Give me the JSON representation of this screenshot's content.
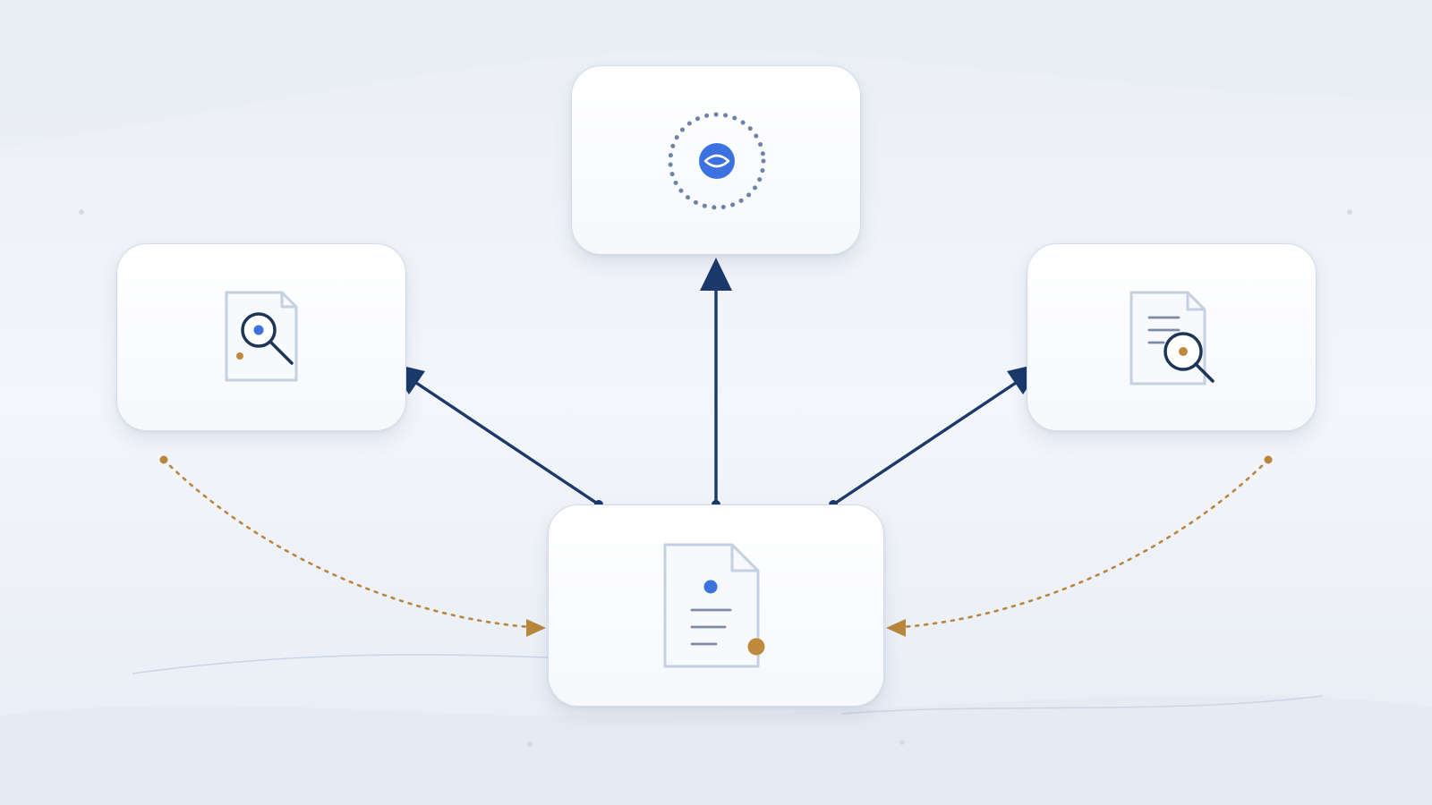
{
  "diagram": {
    "colors": {
      "background": "#eef2f8",
      "card_border": "#d3dbe8",
      "arrow_primary": "#1b3a6b",
      "arrow_feedback": "#b8863d",
      "icon_outline": "#c5d0e0",
      "icon_dark": "#1d3558",
      "accent_blue": "#3c72e0",
      "accent_gold": "#c08a3c",
      "text_lines": "#7d8ba6"
    },
    "nodes": [
      {
        "id": "document",
        "icon": "document-icon"
      },
      {
        "id": "observer",
        "icon": "eye-icon"
      },
      {
        "id": "search",
        "icon": "document-search-icon"
      },
      {
        "id": "review",
        "icon": "document-review-icon"
      }
    ],
    "edges": [
      {
        "from": "document",
        "to": "search",
        "style": "solid"
      },
      {
        "from": "document",
        "to": "observer",
        "style": "solid"
      },
      {
        "from": "document",
        "to": "review",
        "style": "solid"
      },
      {
        "from": "search",
        "to": "document",
        "style": "dotted"
      },
      {
        "from": "review",
        "to": "document",
        "style": "dotted"
      }
    ]
  }
}
